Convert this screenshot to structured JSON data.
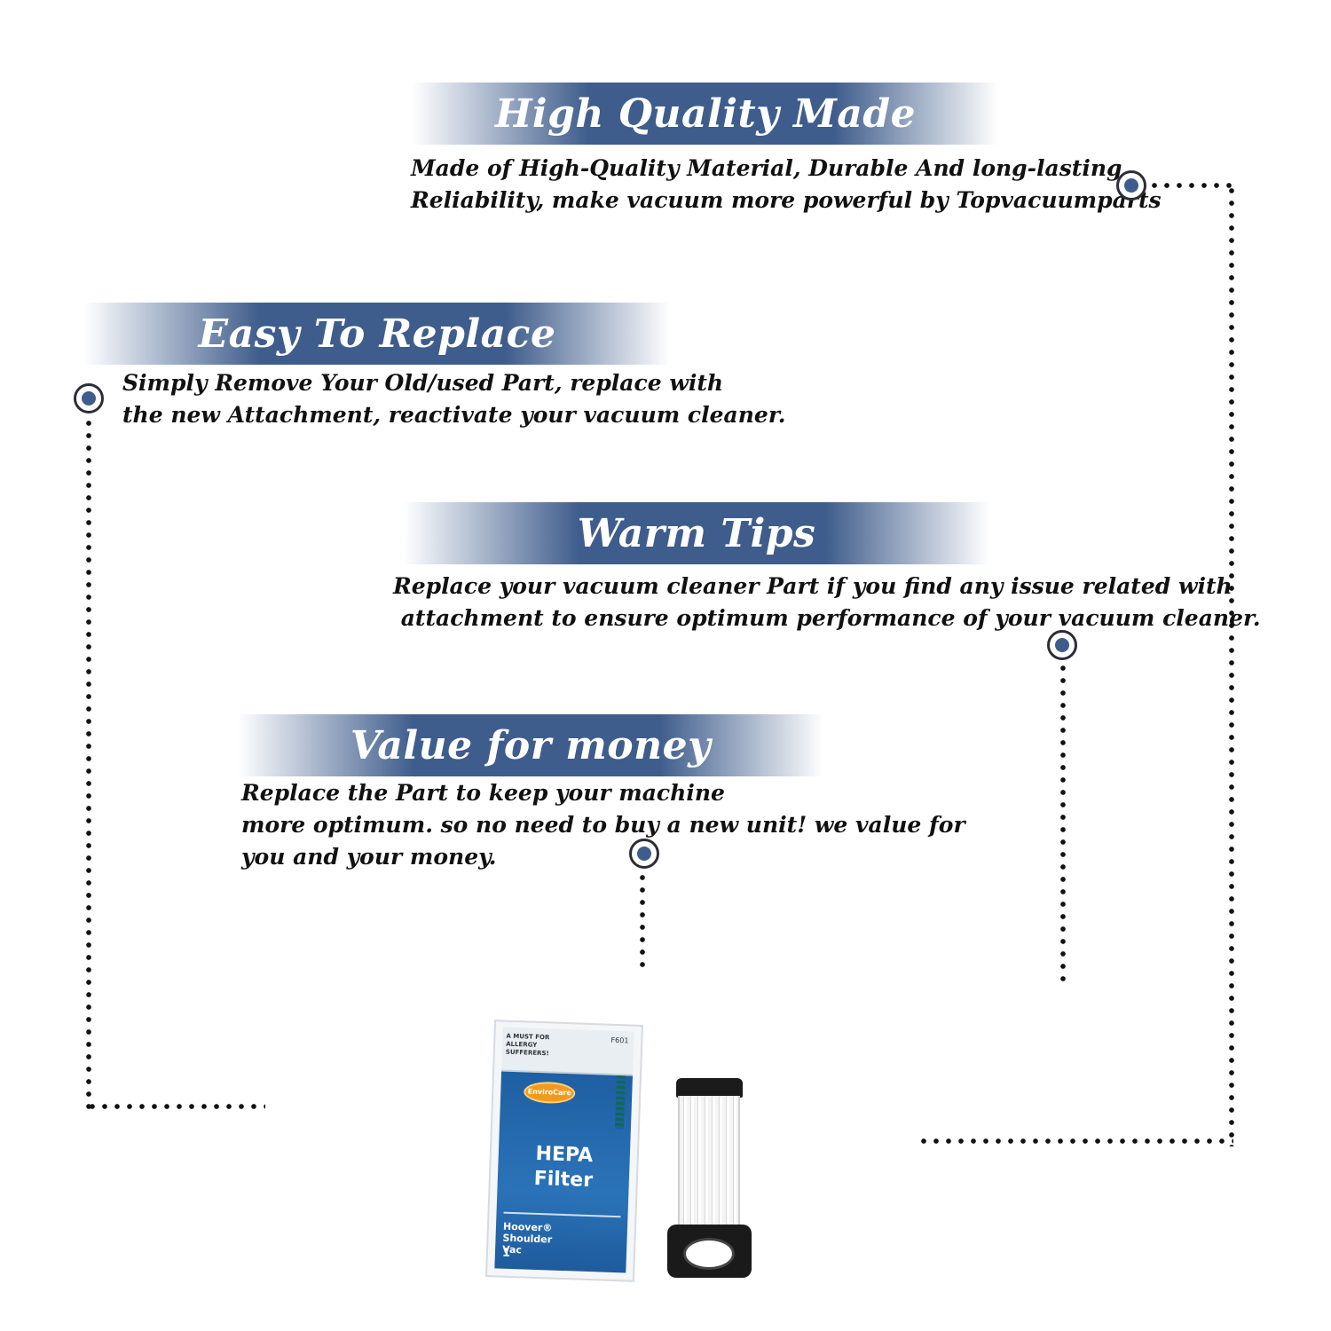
{
  "sections": [
    {
      "title": "High Quality Made",
      "lines": [
        "Made of  High-Quality Material, Durable And long-lasting",
        "Reliability, make vacuum more powerful by Topvacuumparts"
      ]
    },
    {
      "title": "Easy To Replace",
      "lines": [
        "Simply Remove Your Old/used Part, replace with",
        "the new Attachment, reactivate your vacuum cleaner."
      ]
    },
    {
      "title": "Warm Tips",
      "lines": [
        "Replace your vacuum cleaner Part if you find any issue related with",
        " attachment to ensure optimum performance of your vacuum cleaner."
      ]
    },
    {
      "title": "Value for money",
      "lines": [
        "Replace the Part to keep your machine",
        "more optimum. so no need to buy a new unit! we value for",
        "you and your money."
      ]
    }
  ],
  "product": {
    "bag_top_text": "A MUST FOR ALLERGY SUFFERERS!",
    "bag_code": "F601",
    "logo_text": "EnviroCare",
    "title_line1": "HEPA",
    "title_line2": "Filter",
    "brand_line1": "Hoover®",
    "brand_line2": "Shoulder",
    "brand_line3": "Vac",
    "count": "1"
  },
  "colors": {
    "accent": "#3f5d8c",
    "dots": "#111111"
  }
}
